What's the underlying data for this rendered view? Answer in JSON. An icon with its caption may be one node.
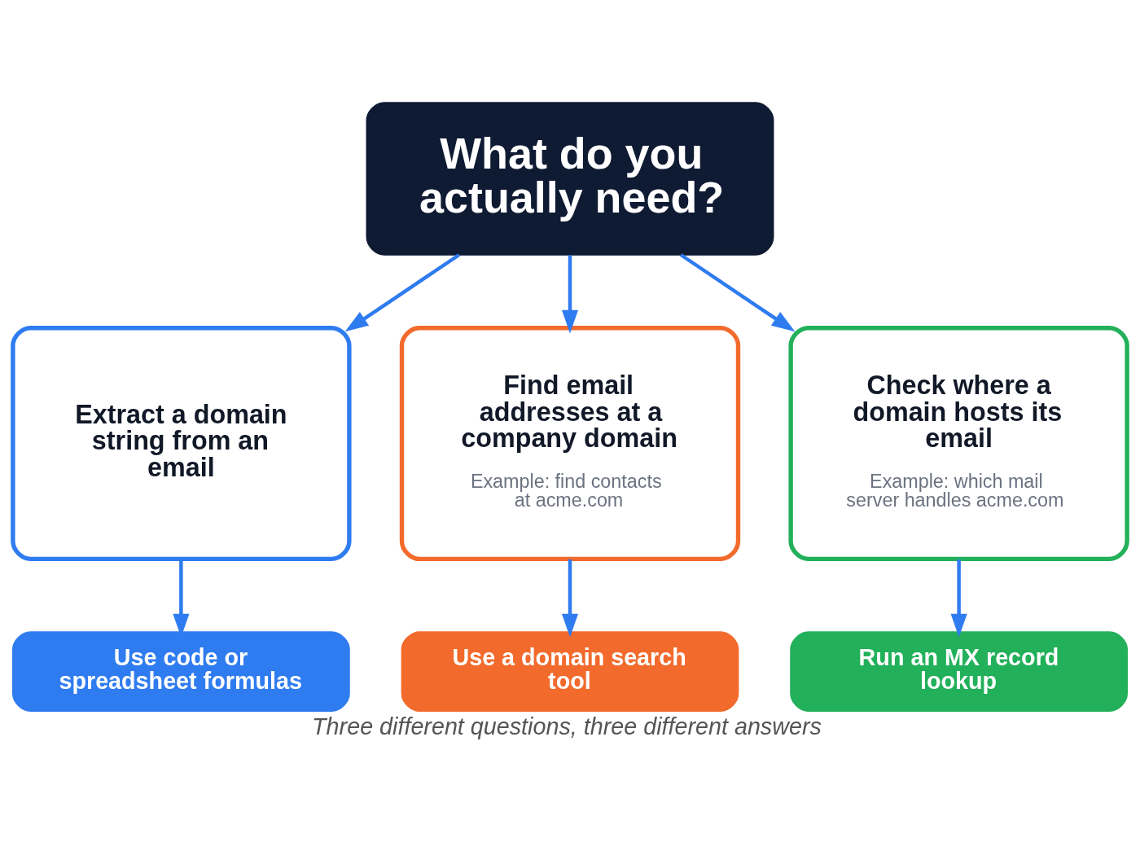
{
  "diagram": {
    "caption": "Three different questions, three different answers",
    "nodes": [
      {
        "text": [
          "What do you actually need?"
        ]
      },
      {
        "text": [
          "Extract a domain string from an email"
        ]
      },
      {
        "text": [
          "Find email addresses at a company domain",
          "Example: find contacts at acme.com"
        ]
      },
      {
        "text": [
          "Check where a domain hosts its email",
          "Example: which mail server handles acme.com"
        ]
      },
      {
        "text": [
          "Use code or spreadsheet formulas"
        ]
      },
      {
        "text": [
          "Use a domain search tool"
        ]
      },
      {
        "text": [
          "Run an MX record lookup"
        ]
      }
    ],
    "edges": [
      {
        "from": 0,
        "to": 1,
        "arrow": "to"
      },
      {
        "from": 0,
        "to": 2,
        "arrow": "to"
      },
      {
        "from": 0,
        "to": 3,
        "arrow": "to"
      },
      {
        "from": 1,
        "to": 4,
        "arrow": "to"
      },
      {
        "from": 2,
        "to": 5,
        "arrow": "to"
      },
      {
        "from": 3,
        "to": 6,
        "arrow": "to"
      }
    ]
  }
}
